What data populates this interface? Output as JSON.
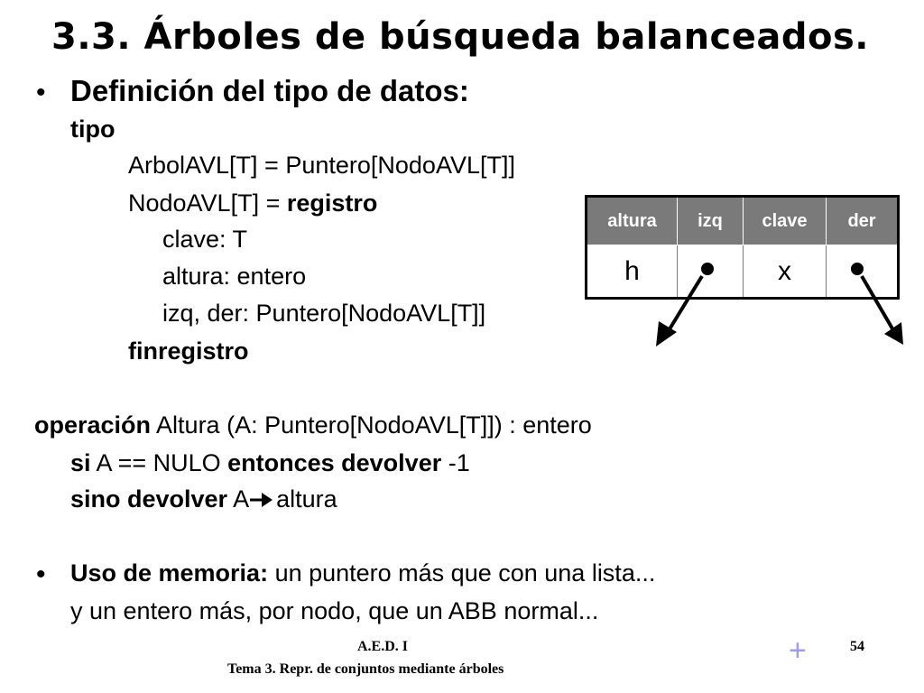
{
  "slide": {
    "title": "3.3. Árboles de búsqueda balanceados.",
    "bullet_symbol": "•",
    "def_heading": "Definición del tipo de datos:",
    "tipo_kw": "tipo",
    "line_arbolavl": "ArbolAVL[T] = Puntero[NodoAVL[T]]",
    "line_nodoavl_prefix": "NodoAVL[T] = ",
    "registro_kw": "registro",
    "field_clave": "clave: T",
    "field_altura": "altura: entero",
    "field_izqder": "izq, der: Puntero[NodoAVL[T]]",
    "finregistro_kw": "finregistro",
    "op_kw": "operación",
    "op_sig": " Altura (A: Puntero[NodoAVL[T]]) : entero",
    "si_kw": "si",
    "si_cond": " A == NULO ",
    "entonces_kw": "entonces devolver",
    "si_val": " -1",
    "sino_kw": "sino devolver",
    "sino_val_a": " A",
    "sino_val_b": "altura",
    "mem_kw": "Uso de memoria:",
    "mem_text1": " un puntero más que con una lista...",
    "mem_text2": "y un entero más, por nodo, que un ABB normal..."
  },
  "node_table": {
    "headers": [
      "altura",
      "izq",
      "clave",
      "der"
    ],
    "cells": [
      "h",
      "",
      "x",
      ""
    ],
    "header_bg": "#7a7a7a"
  },
  "footer": {
    "course": "A.E.D. I",
    "topic": "Tema 3. Repr. de conjuntos mediante árboles",
    "plus": "+",
    "page": "54"
  },
  "icons": {
    "arrow": "right-arrow-icon"
  }
}
